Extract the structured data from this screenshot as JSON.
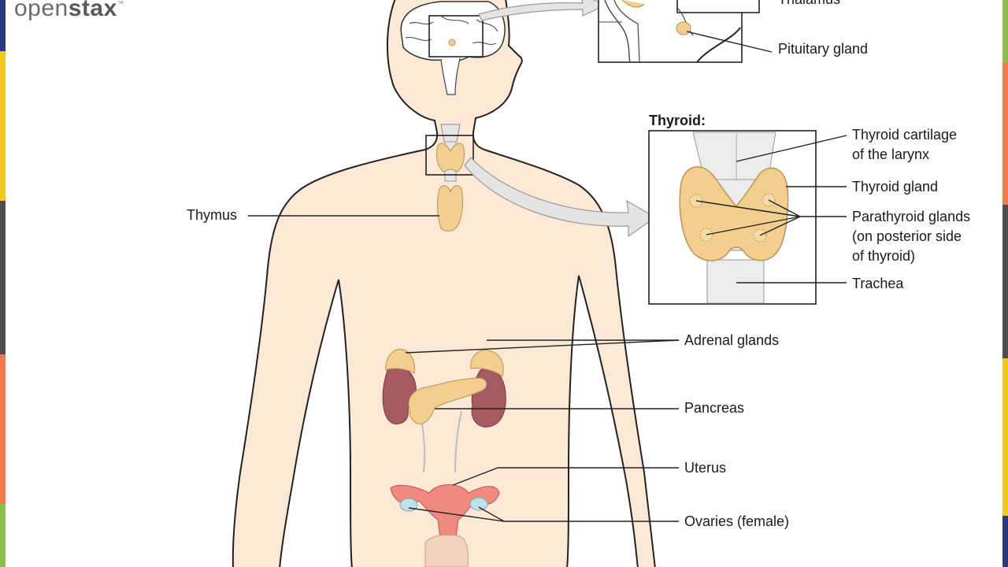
{
  "logo": {
    "word_plain": "open",
    "word_bold": "stax",
    "trademark": "™"
  },
  "labels": {
    "thalamus_partial": "Thalamus",
    "pituitary": "Pituitary gland",
    "thyroid_title": "Thyroid:",
    "thyroid_cartilage_1": "Thyroid cartilage",
    "thyroid_cartilage_2": "of the larynx",
    "thyroid_gland": "Thyroid gland",
    "parathyroid_1": "Parathyroid glands",
    "parathyroid_2": "(on posterior side",
    "parathyroid_3": "of thyroid)",
    "trachea": "Trachea",
    "thymus": "Thymus",
    "adrenal": "Adrenal glands",
    "pancreas": "Pancreas",
    "uterus": "Uterus",
    "ovaries": "Ovaries (female)"
  },
  "colors": {
    "skin": "#fbe9d6",
    "outline": "#222222",
    "gland": "#f2cf8e",
    "gland_stroke": "#b99256",
    "kidney": "#a65a62",
    "uterus": "#f08a80",
    "ovary": "#bfe1e8",
    "arrow_fill": "#e4e4e4",
    "arrow_stroke": "#9a9a9a",
    "edge_stripes": [
      "#2b3a80",
      "#f2c81f",
      "#4d4d4d",
      "#f07a4c",
      "#8bbf4a"
    ]
  }
}
